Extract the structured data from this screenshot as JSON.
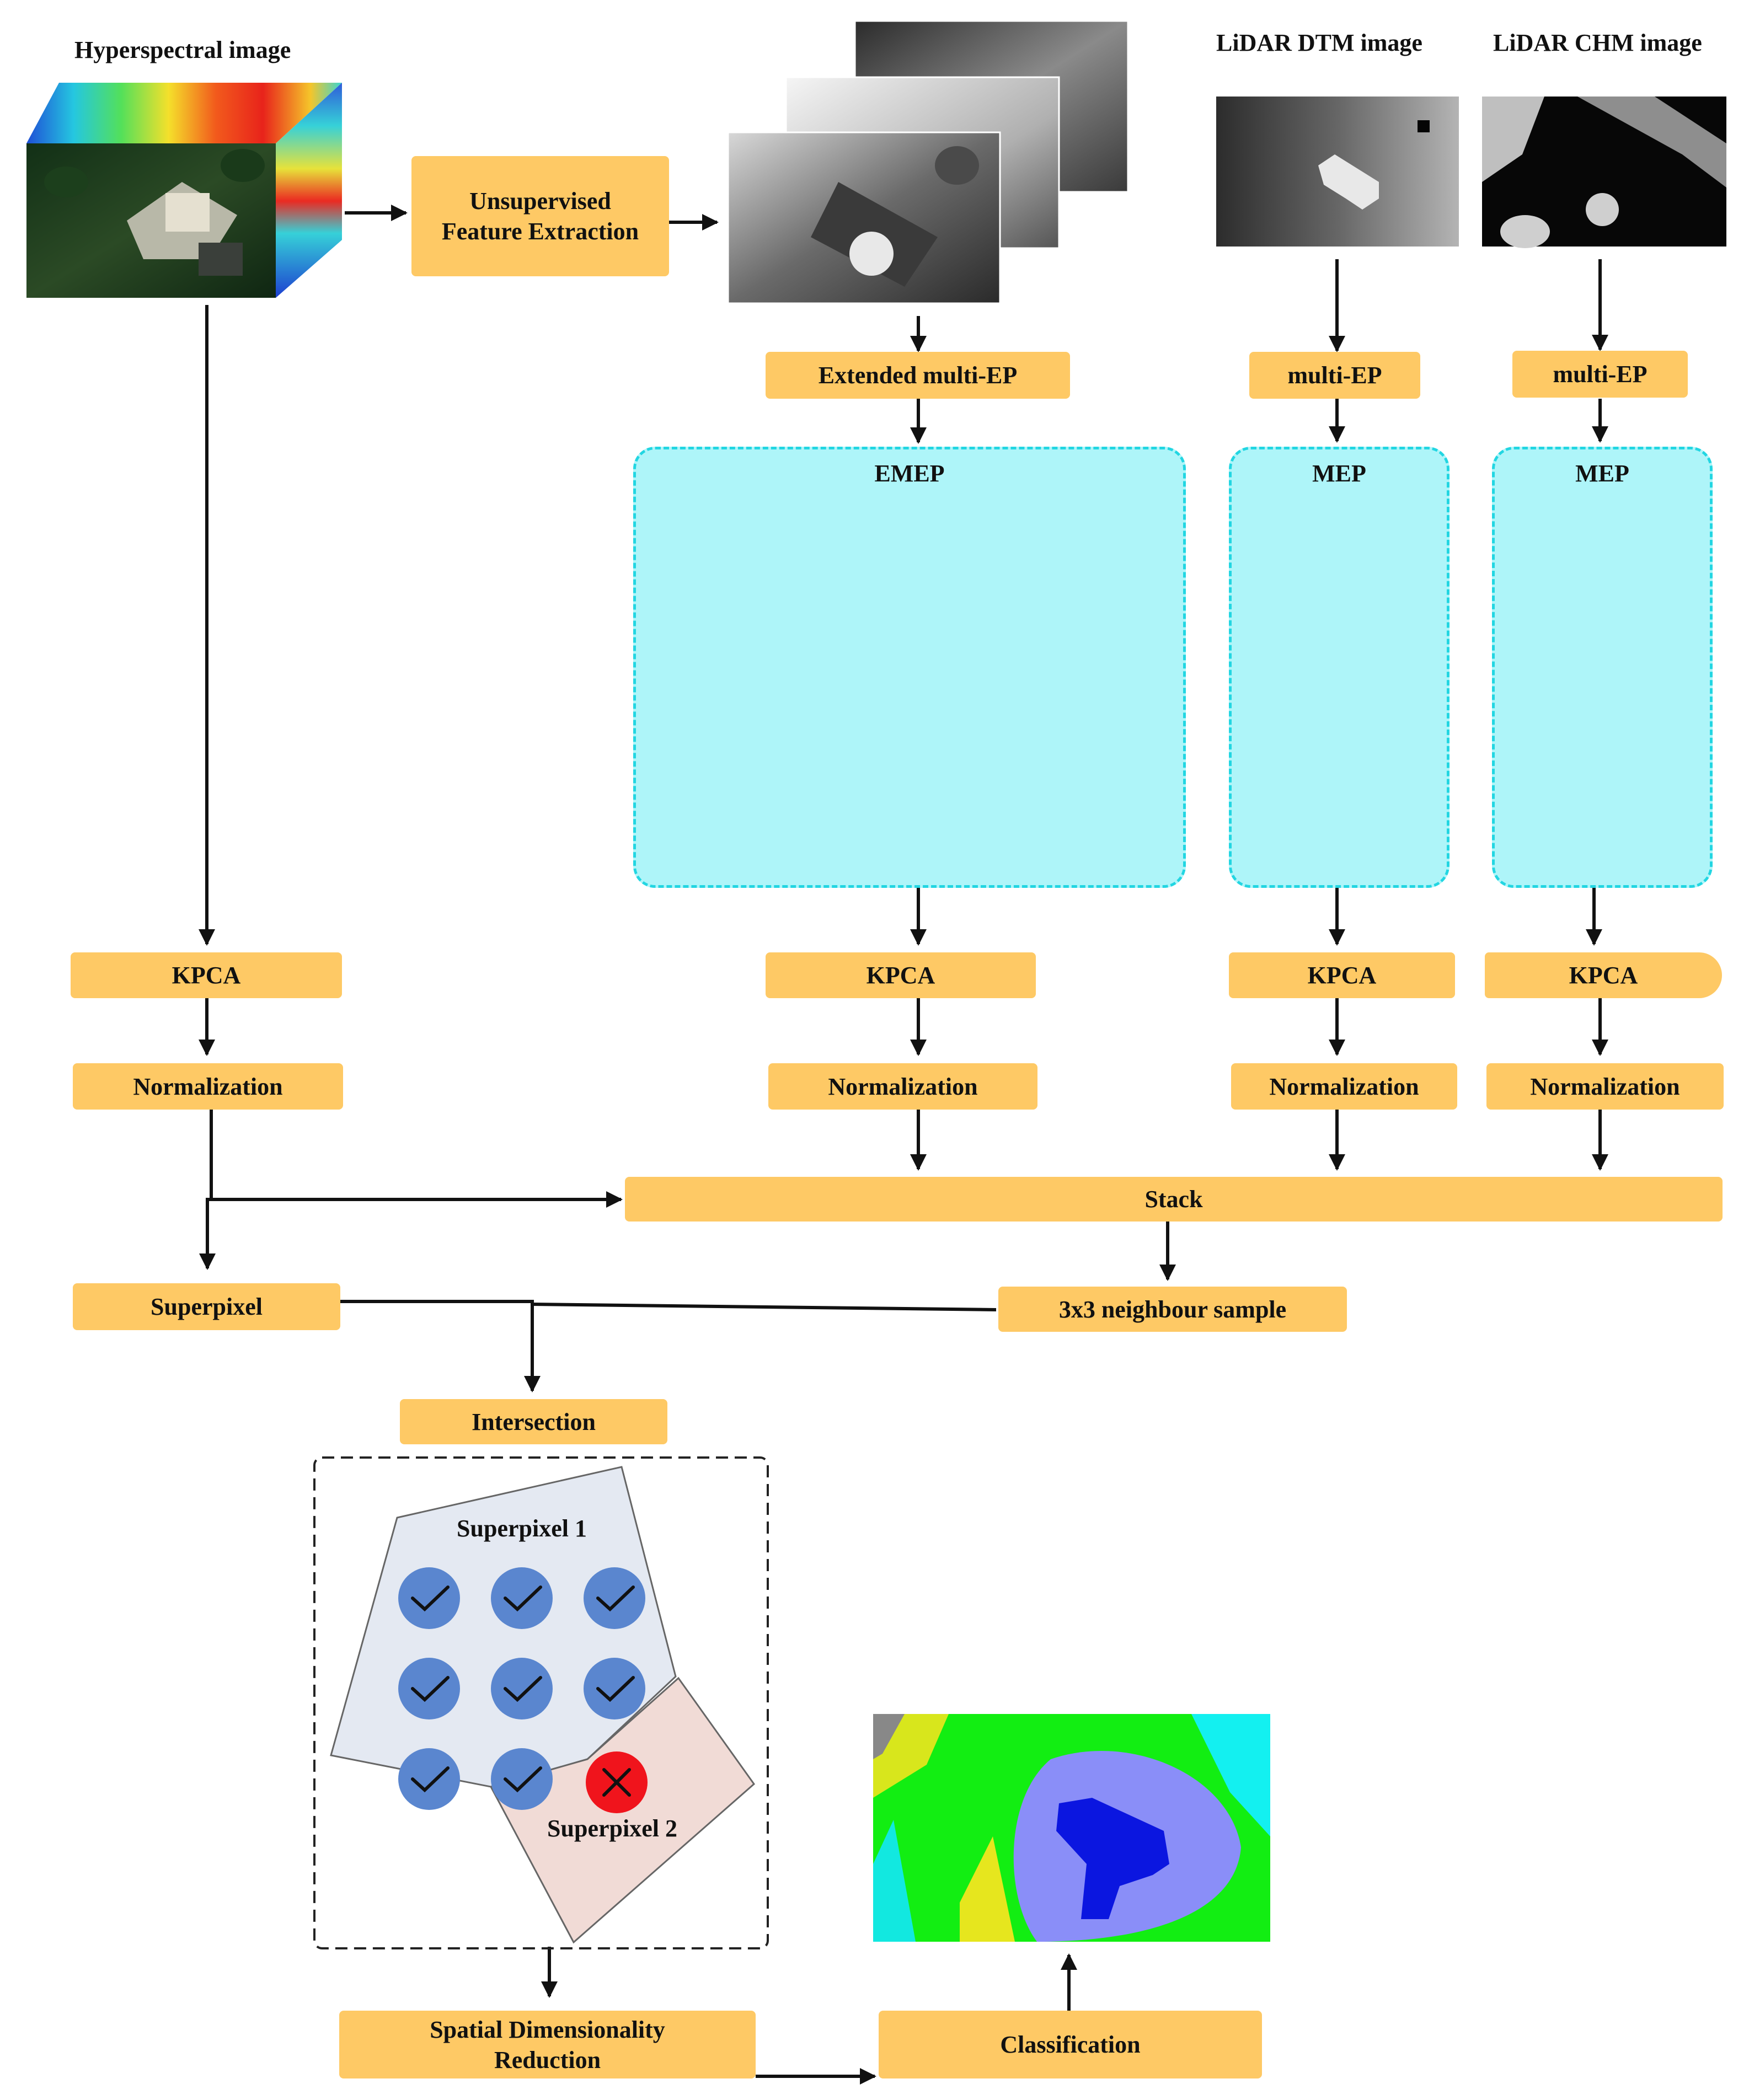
{
  "inputs": {
    "hyperspectral_label": "Hyperspectral image",
    "lidar_dtm_label": "LiDAR DTM image",
    "lidar_chm_label": "LiDAR CHM image"
  },
  "steps": {
    "unsupervised_feature_extraction": "Unsupervised Feature Extraction",
    "extended_multi_ep": "Extended multi-EP",
    "multi_ep_dtm": "multi-EP",
    "multi_ep_chm": "multi-EP",
    "kpca_hsi": "KPCA",
    "kpca_emep": "KPCA",
    "kpca_dtm": "KPCA",
    "kpca_chm": "KPCA",
    "normalization_hsi": "Normalization",
    "normalization_emep": "Normalization",
    "normalization_dtm": "Normalization",
    "normalization_chm": "Normalization",
    "stack": "Stack",
    "superpixel": "Superpixel",
    "neighbour_sample": "3x3 neighbour sample",
    "intersection": "Intersection",
    "spatial_dimensionality_reduction": "Spatial Dimensionality Reduction",
    "classification": "Classification"
  },
  "panels": {
    "emep_title": "EMEP",
    "mep_dtm_title": "MEP",
    "mep_chm_title": "MEP"
  },
  "intersection_detail": {
    "superpixel_1_label": "Superpixel 1",
    "superpixel_2_label": "Superpixel 2"
  },
  "colors": {
    "box_fill": "#fec965",
    "panel_fill": "#aef5f9",
    "panel_border": "#22d6e2",
    "superpixel_1_fill": "#e4e9f2",
    "superpixel_2_fill": "#f1dbd6",
    "accepted_pixel": "#5a86cf",
    "rejected_pixel": "#f0141c"
  }
}
